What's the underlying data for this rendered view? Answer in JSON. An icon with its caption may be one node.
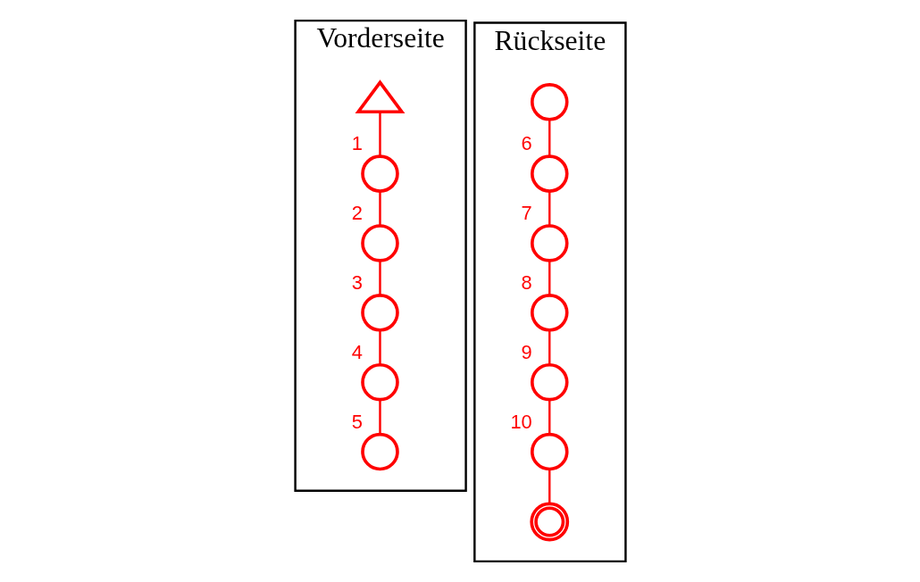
{
  "diagram": {
    "nodes": [
      {
        "text": [
          "Vorderseite"
        ]
      },
      {
        "text": [],
        "shape": "circle",
        "in": 0,
        "beside": [
          "5"
        ]
      },
      {
        "text": [],
        "shape": "circle",
        "in": 0,
        "beside": [
          "4"
        ]
      },
      {
        "text": [],
        "shape": "circle",
        "in": 0,
        "beside": [
          "3"
        ]
      },
      {
        "text": [],
        "shape": "circle",
        "in": 0,
        "beside": [
          "2"
        ]
      },
      {
        "text": [],
        "shape": "circle",
        "in": 0,
        "beside": [
          "1"
        ]
      },
      {
        "text": [],
        "shape": "triangle",
        "in": 0
      },
      {
        "text": [
          "Rückseite"
        ]
      },
      {
        "text": [],
        "shape": "circle",
        "in": 7
      },
      {
        "text": [],
        "shape": "circle",
        "in": 7,
        "beside": [
          "6"
        ]
      },
      {
        "text": [],
        "shape": "circle",
        "in": 7,
        "beside": [
          "7"
        ]
      },
      {
        "text": [],
        "shape": "circle",
        "in": 7,
        "beside": [
          "8"
        ]
      },
      {
        "text": [],
        "shape": "circle",
        "in": 7,
        "beside": [
          "9"
        ]
      },
      {
        "text": [],
        "shape": "circle",
        "in": 7,
        "beside": [
          "10"
        ]
      },
      {
        "text": [],
        "shape": "doublecircle",
        "in": 7
      }
    ],
    "edges": [
      {
        "from": 6,
        "to": 5,
        "arrow": "none"
      },
      {
        "from": 5,
        "to": 4,
        "arrow": "none"
      },
      {
        "from": 4,
        "to": 3,
        "arrow": "none"
      },
      {
        "from": 3,
        "to": 2,
        "arrow": "none"
      },
      {
        "from": 2,
        "to": 1,
        "arrow": "none"
      },
      {
        "from": 8,
        "to": 9,
        "arrow": "none"
      },
      {
        "from": 9,
        "to": 10,
        "arrow": "none"
      },
      {
        "from": 10,
        "to": 11,
        "arrow": "none"
      },
      {
        "from": 11,
        "to": 12,
        "arrow": "none"
      },
      {
        "from": 12,
        "to": 13,
        "arrow": "none"
      },
      {
        "from": 13,
        "to": 14,
        "arrow": "none"
      }
    ]
  }
}
